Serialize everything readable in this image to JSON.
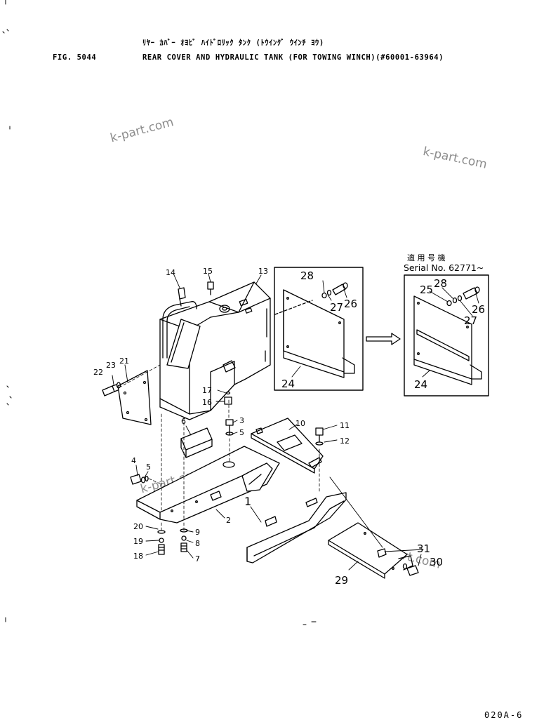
{
  "header": {
    "japanese_title": "ﾘﾔｰ ｶﾊﾞｰ ｵﾖﾋﾞ ﾊｲﾄﾞﾛﾘｯｸ ﾀﾝｸ (ﾄｳｲﾝｸﾞ ｳｲﾝﾁ ﾖｳ)",
    "fig_label": "FIG. 5044",
    "title": "REAR COVER AND HYDRAULIC TANK (FOR TOWING WINCH)(#60001-63964)"
  },
  "serial_note": {
    "japanese": "適 用 号 機",
    "label": "Serial No. 62771~"
  },
  "watermarks": [
    "k-part.com",
    "k-part.com",
    "k-part.com",
    "k-part.com"
  ],
  "callouts": {
    "c1": "1",
    "c2": "2",
    "c3": "3",
    "c4": "4",
    "c5a": "5",
    "c5b": "5",
    "c6": "6",
    "c7": "7",
    "c8": "8",
    "c9": "9",
    "c10": "10",
    "c11": "11",
    "c12": "12",
    "c13": "13",
    "c14": "14",
    "c15": "15",
    "c16": "16",
    "c17": "17",
    "c18": "18",
    "c19": "19",
    "c20": "20",
    "c21": "21",
    "c22": "22",
    "c23": "23",
    "c24a": "24",
    "c26a": "26",
    "c27a": "27",
    "c28a": "28",
    "c24b": "24",
    "c25b": "25",
    "c26b": "26",
    "c27b": "27",
    "c28b": "28",
    "c29": "29",
    "c30": "30",
    "c31": "31"
  },
  "footer": {
    "page_code": "020A-6"
  }
}
